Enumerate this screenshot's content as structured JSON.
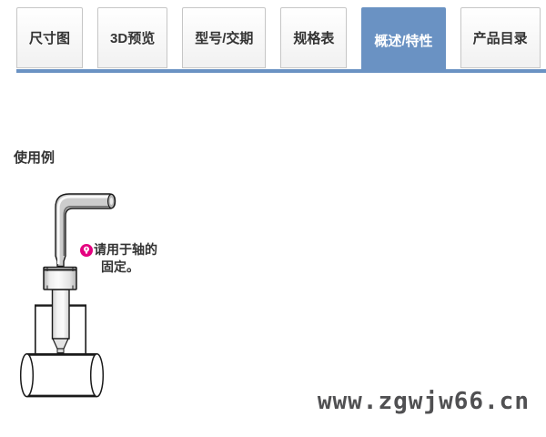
{
  "tabbar": {
    "accent_color": "#6a92c3",
    "tabs": [
      {
        "label": "尺寸图",
        "active": false
      },
      {
        "label": "3D预览",
        "active": false
      },
      {
        "label": "型号/交期",
        "active": false
      },
      {
        "label": "规格表",
        "active": false
      },
      {
        "label": "概述/特性",
        "active": true
      },
      {
        "label": "产品目录",
        "active": false
      }
    ]
  },
  "content": {
    "section_title": "使用例",
    "note": {
      "icon": "hint-bulb-icon",
      "icon_color": "#e4007f",
      "line1": "请用于轴的",
      "line2": "固定。"
    }
  },
  "watermark": {
    "text": "www.zgwjw66.cn",
    "color": "#505052"
  }
}
